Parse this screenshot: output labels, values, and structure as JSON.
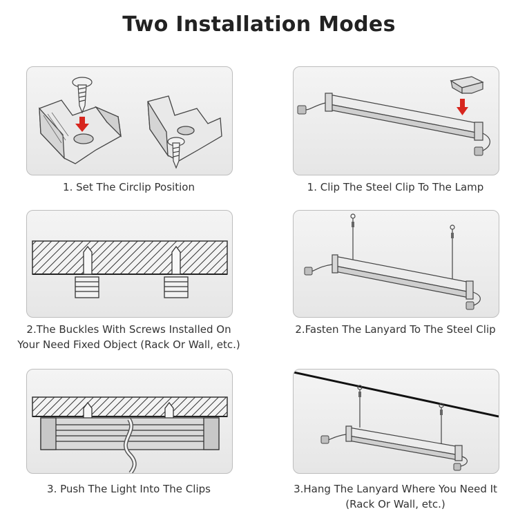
{
  "title": "Two Installation Modes",
  "steps": [
    {
      "caption": "1. Set The Circlip Position"
    },
    {
      "caption": "1. Clip The Steel Clip To The Lamp"
    },
    {
      "caption_line1": "2.The Buckles With Screws Installed On",
      "caption_line2": "Your Need Fixed Object (Rack Or Wall, etc.)"
    },
    {
      "caption": "2.Fasten The Lanyard To The Steel Clip"
    },
    {
      "caption": "3. Push The Light Into The Clips"
    },
    {
      "caption_line1": "3.Hang The Lanyard Where You Need It",
      "caption_line2": "(Rack Or Wall, etc.)"
    }
  ],
  "colors": {
    "arrow": "#d7261e",
    "panel_border": "#bdbdbd",
    "line": "#444444"
  }
}
